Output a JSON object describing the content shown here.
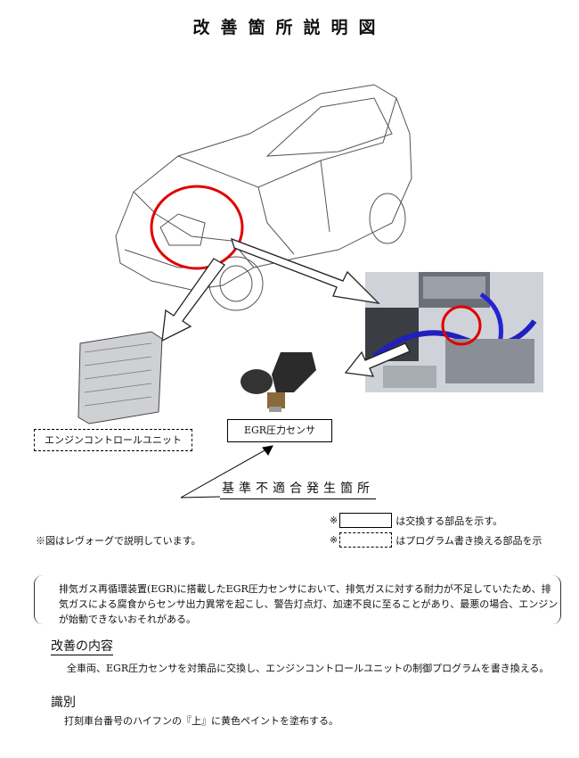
{
  "title": "改善箇所説明図",
  "labels": {
    "ecu": "エンジンコントロールユニット",
    "egr_sensor": "EGR圧力センサ",
    "occurrence": "基準不適合発生箇所"
  },
  "legend": {
    "mark": "※",
    "replace": "は交換する部品を示す。",
    "reprogram": "はプログラム書き換える部品を示"
  },
  "note": "※図はレヴォーグで説明しています。",
  "description": "排気ガス再循環装置(EGR)に搭載したEGR圧力センサにおいて、排気ガスに対する耐力が不足していたため、排気ガスによる腐食からセンサ出力異常を起こし、警告灯点灯、加速不良に至ることがあり、最悪の場合、エンジンが始動できないおそれがある。",
  "improvement": {
    "heading": "改善の内容",
    "body": "全車両、EGR圧力センサを対策品に交換し、エンジンコントロールユニットの制御プログラムを書き換える。"
  },
  "identification": {
    "heading": "識別",
    "body": "打刻車台番号のハイフンの『上』に黄色ペイントを塗布する。"
  },
  "colors": {
    "highlight": "#e00000"
  }
}
